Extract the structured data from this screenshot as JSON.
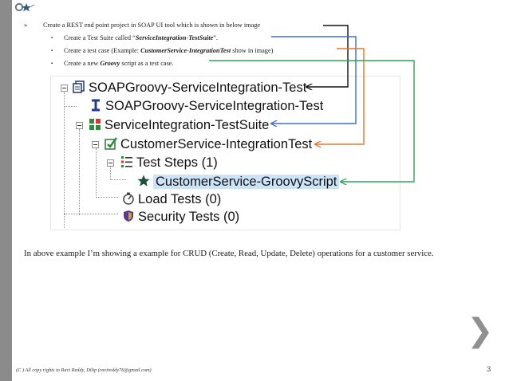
{
  "slide": {
    "bullets": [
      {
        "marker": "»",
        "text": "Create a REST end point project in SOAP UI  tool which is shown in below image"
      },
      {
        "marker": "▪",
        "prefix": "Create a Test Suite called “",
        "emphasis": "ServiceIntegration-TestSuite",
        "suffix": "”."
      },
      {
        "marker": "▪",
        "prefix": "Create a test case (Example: ",
        "emphasis": "CustomerService-IntegrationTest",
        "suffix": "  show in image)"
      },
      {
        "marker": "▪",
        "prefix": "Create a new ",
        "emphasis": "Groovy",
        "suffix": " script  as a test case."
      }
    ],
    "tree": {
      "project": "SOAPGroovy-ServiceIntegration-Test",
      "interface": "SOAPGroovy-ServiceIntegration-Test",
      "suite": "ServiceIntegration-TestSuite",
      "testcase": "CustomerService-IntegrationTest",
      "steps": "Test Steps (1)",
      "script": "CustomerService-GroovyScript",
      "load": "Load Tests (0)",
      "security": "Security Tests (0)"
    },
    "caption": "In above example I’m showing a example for CRUD (Create, Read, Update, Delete) operations for a customer service.",
    "footer": "(C ) All copy rights to Ravi Reddy, Dilip (ravireddy76@gmail.com)",
    "page_number": "3",
    "next_glyph": "❯",
    "colors": {
      "arrow_black": "#111111",
      "arrow_blue": "#3b6fc4",
      "arrow_orange": "#e8762b",
      "arrow_green": "#2aa55a",
      "selection": "#cce4f7"
    }
  }
}
